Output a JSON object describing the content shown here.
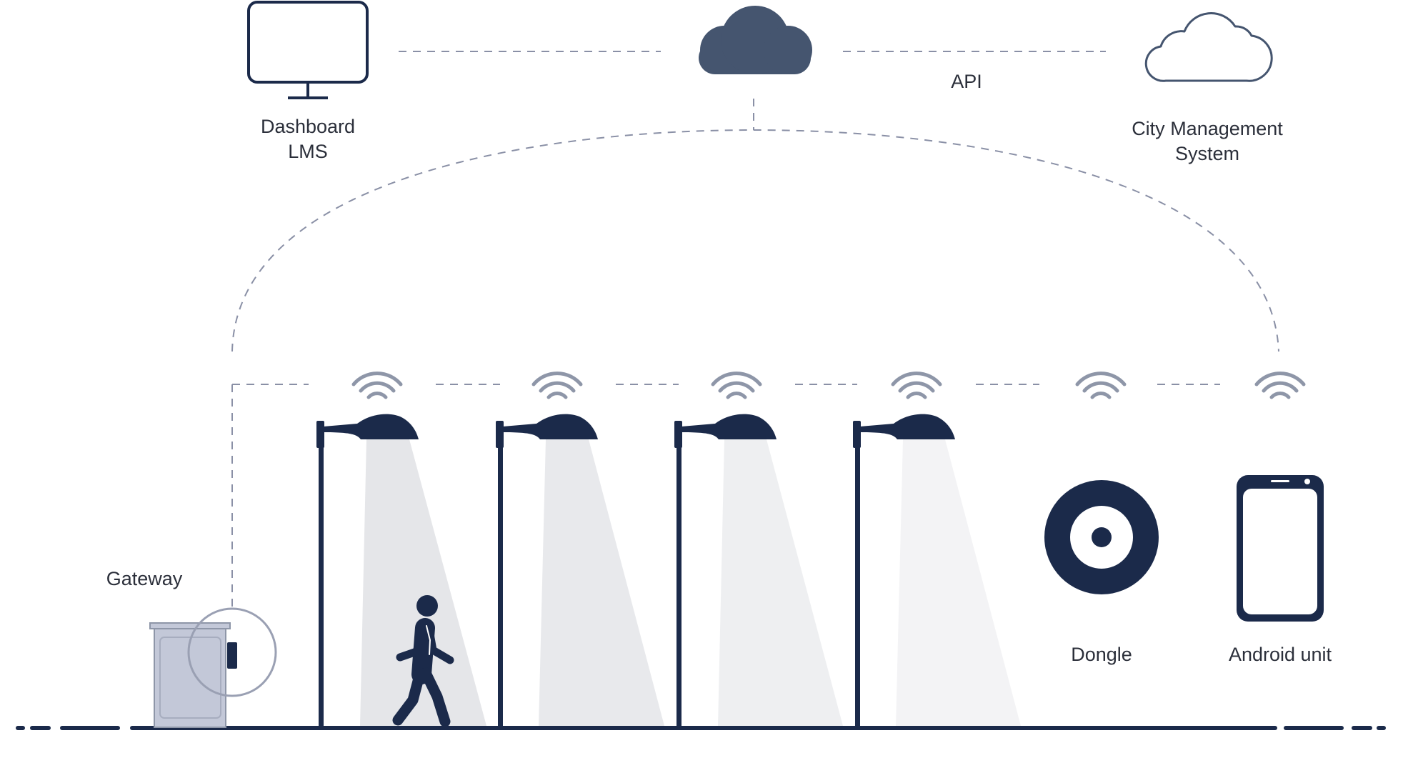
{
  "labels": {
    "dashboard": [
      "Dashboard",
      "LMS"
    ],
    "api": "API",
    "city_management": [
      "City Management",
      "System"
    ],
    "gateway": "Gateway",
    "dongle": "Dongle",
    "android_unit": "Android unit"
  },
  "icons": {
    "dashboard": "monitor-icon",
    "central_cloud": "cloud-icon",
    "city_cloud": "cloud-outline-icon",
    "gateway": "gateway-cabinet-icon",
    "dongle": "dongle-icon",
    "android_unit": "smartphone-icon",
    "wireless": "wireless-signal-icon",
    "streetlight": "streetlight-icon",
    "pedestrian": "pedestrian-icon"
  },
  "colors": {
    "navy": "#1b2a4a",
    "cloud_fill": "#45556f",
    "dashed_line": "#8a90a6",
    "signal": "#8e96a8",
    "gateway_fill": "#c3c8d8",
    "light_beam": [
      "#e5e6e9",
      "#e8e9ec",
      "#eeeff1",
      "#f3f3f5"
    ]
  }
}
